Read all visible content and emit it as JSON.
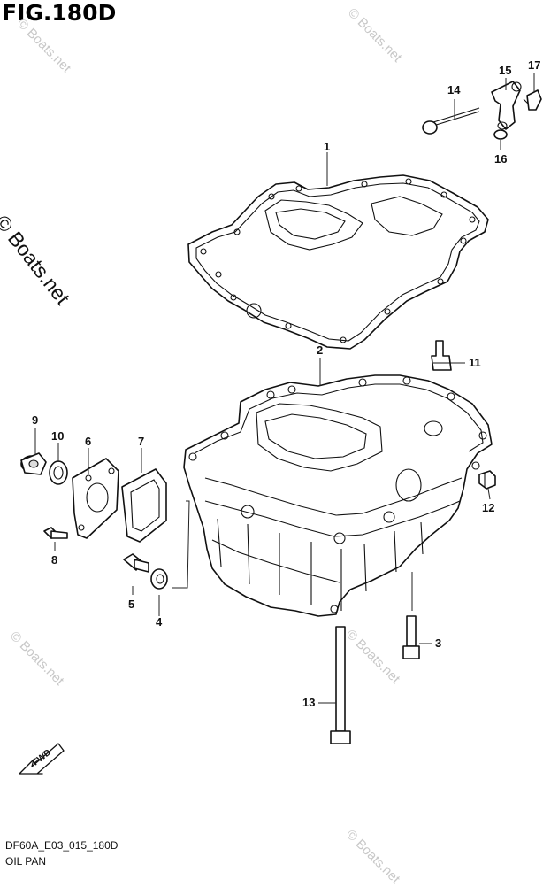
{
  "figure": {
    "title": "FIG.180D",
    "watermark_small": "© Boats.net",
    "watermark_large": "© Boats.net",
    "code": "DF60A_E03_015_180D",
    "caption": "OIL PAN",
    "fwd_label": "FWD"
  },
  "callouts": [
    {
      "id": "c1",
      "label": "1"
    },
    {
      "id": "c2",
      "label": "2"
    },
    {
      "id": "c3",
      "label": "3"
    },
    {
      "id": "c4",
      "label": "4"
    },
    {
      "id": "c5",
      "label": "5"
    },
    {
      "id": "c6",
      "label": "6"
    },
    {
      "id": "c7",
      "label": "7"
    },
    {
      "id": "c8",
      "label": "8"
    },
    {
      "id": "c9",
      "label": "9"
    },
    {
      "id": "c10",
      "label": "10"
    },
    {
      "id": "c11",
      "label": "11"
    },
    {
      "id": "c12",
      "label": "12"
    },
    {
      "id": "c13",
      "label": "13"
    },
    {
      "id": "c14",
      "label": "14"
    },
    {
      "id": "c15",
      "label": "15"
    },
    {
      "id": "c16",
      "label": "16"
    },
    {
      "id": "c17",
      "label": "17"
    }
  ]
}
